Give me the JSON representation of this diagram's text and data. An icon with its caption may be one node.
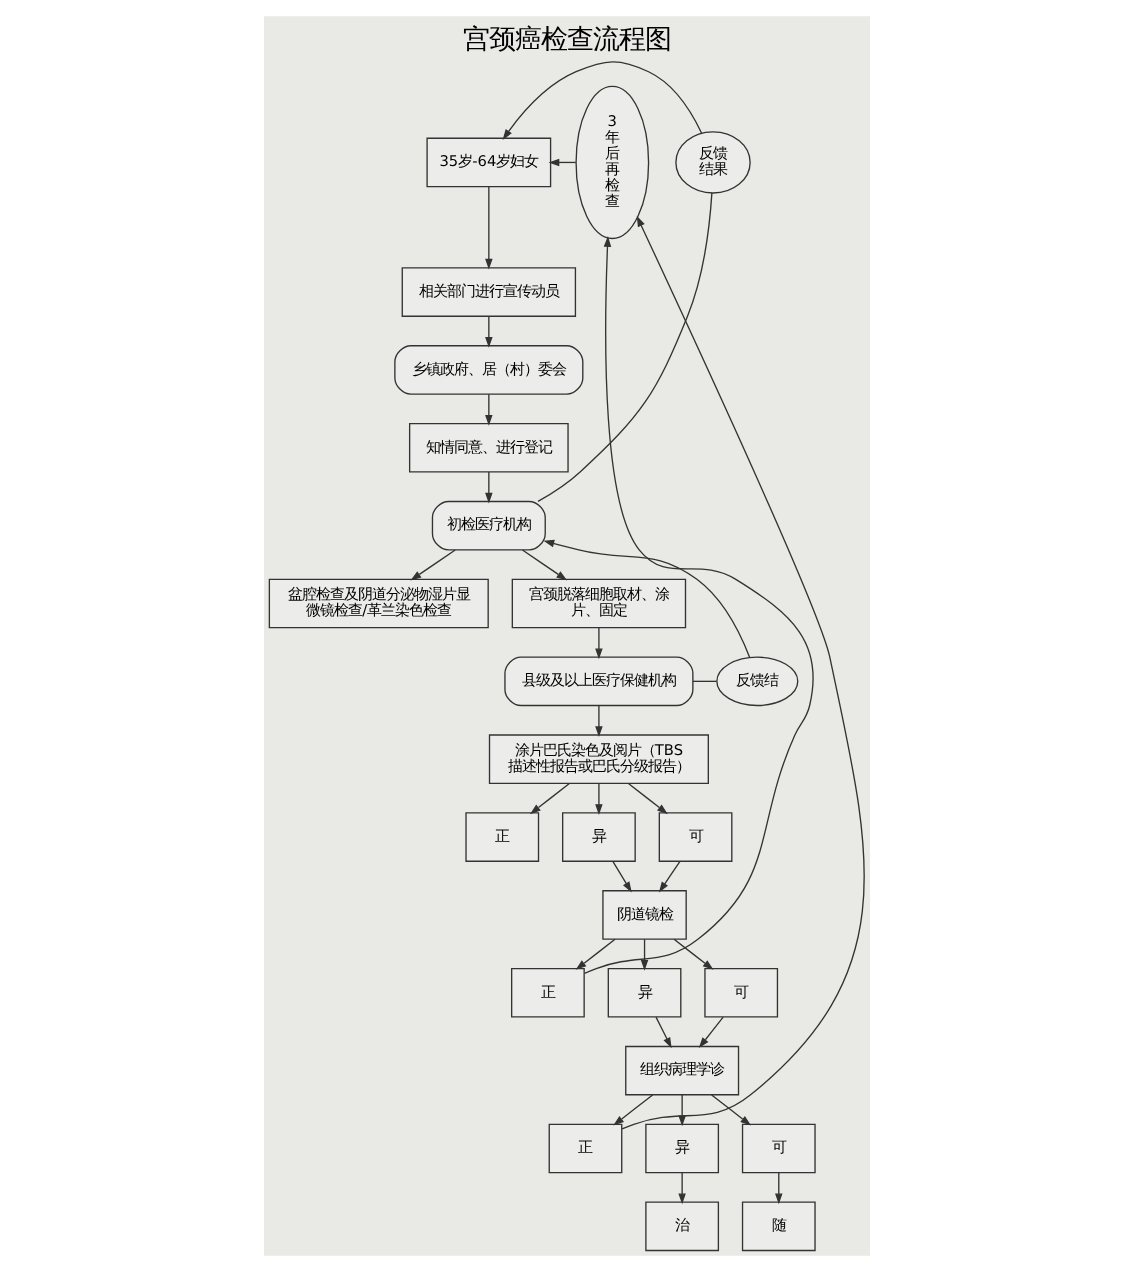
{
  "diagram": {
    "title": "宫颈癌检查流程图",
    "nodes": [
      {
        "text": [
          "35岁-64岁妇女"
        ]
      },
      {
        "text": [
          "相关部门进行宣传动员"
        ]
      },
      {
        "text": [
          "乡镇政府、居（村）委会"
        ]
      },
      {
        "text": [
          "知情同意、进行登记"
        ]
      },
      {
        "text": [
          "初检医疗机构"
        ]
      },
      {
        "text": [
          "盆腔检查及阴道分泌物湿片显微镜检查/革兰染色检查"
        ]
      },
      {
        "text": [
          "宫颈脱落细胞取材、涂片、固定"
        ]
      },
      {
        "text": [
          "县级及以上医疗保健机构"
        ]
      },
      {
        "text": [
          "涂片巴氏染色及阅片（TBS描述性报告或巴氏分级报告）"
        ]
      },
      {
        "text": [
          "正"
        ]
      },
      {
        "text": [
          "异"
        ]
      },
      {
        "text": [
          "可"
        ]
      },
      {
        "text": [
          "阴道镜检"
        ]
      },
      {
        "text": [
          "正"
        ]
      },
      {
        "text": [
          "异"
        ]
      },
      {
        "text": [
          "可"
        ]
      },
      {
        "text": [
          "组织病理学诊"
        ]
      },
      {
        "text": [
          "正"
        ]
      },
      {
        "text": [
          "异"
        ]
      },
      {
        "text": [
          "可"
        ]
      },
      {
        "text": [
          "治"
        ]
      },
      {
        "text": [
          "随"
        ]
      },
      {
        "text": [
          "反馈结"
        ]
      },
      {
        "text": [
          "3年后再检查"
        ]
      },
      {
        "text": [
          "反馈结果"
        ]
      }
    ],
    "edges": [
      {
        "from": 0,
        "to": 1,
        "arrow": "to"
      },
      {
        "from": 1,
        "to": 2,
        "arrow": "to"
      },
      {
        "from": 2,
        "to": 3,
        "arrow": "to"
      },
      {
        "from": 3,
        "to": 4,
        "arrow": "to"
      },
      {
        "from": 4,
        "to": 5,
        "arrow": "to"
      },
      {
        "from": 4,
        "to": 6,
        "arrow": "to"
      },
      {
        "from": 6,
        "to": 7,
        "arrow": "to"
      },
      {
        "from": 7,
        "to": 8,
        "arrow": "to"
      },
      {
        "from": 8,
        "to": 9,
        "arrow": "to"
      },
      {
        "from": 8,
        "to": 10,
        "arrow": "to"
      },
      {
        "from": 8,
        "to": 11,
        "arrow": "to"
      },
      {
        "from": 10,
        "to": 12,
        "arrow": "to"
      },
      {
        "from": 11,
        "to": 12,
        "arrow": "to"
      },
      {
        "from": 12,
        "to": 13,
        "arrow": "to"
      },
      {
        "from": 12,
        "to": 14,
        "arrow": "to"
      },
      {
        "from": 12,
        "to": 15,
        "arrow": "to"
      },
      {
        "from": 14,
        "to": 16,
        "arrow": "to"
      },
      {
        "from": 15,
        "to": 16,
        "arrow": "to"
      },
      {
        "from": 16,
        "to": 17,
        "arrow": "to"
      },
      {
        "from": 16,
        "to": 18,
        "arrow": "to"
      },
      {
        "from": 16,
        "to": 19,
        "arrow": "to"
      },
      {
        "from": 18,
        "to": 20,
        "arrow": "to"
      },
      {
        "from": 19,
        "to": 21,
        "arrow": "to"
      },
      {
        "from": 7,
        "to": 22,
        "arrow": "none"
      },
      {
        "from": 22,
        "to": 4,
        "arrow": "to"
      },
      {
        "from": 4,
        "to": 24,
        "arrow": "none"
      },
      {
        "from": 24,
        "to": 0,
        "arrow": "to"
      },
      {
        "from": 13,
        "to": 23,
        "arrow": "to"
      },
      {
        "from": 17,
        "to": 23,
        "arrow": "to"
      },
      {
        "from": 23,
        "to": 0,
        "arrow": "to"
      }
    ]
  }
}
